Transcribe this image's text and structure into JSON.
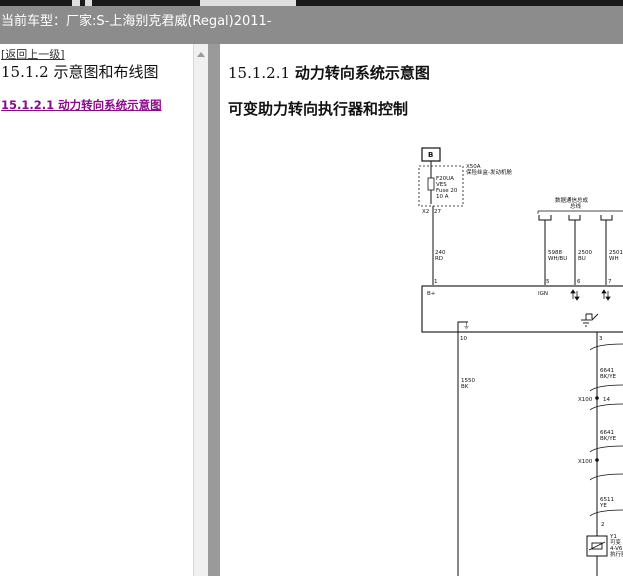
{
  "window": {
    "title": "当前车型：厂家:S-上海别克君威(Regal)2011-"
  },
  "nav": {
    "back_label": "[返回上一级]",
    "section_heading": "15.1.2 示意图和布线图",
    "toc_item_label": "15.1.2.1 动力转向系统示意图"
  },
  "content": {
    "section_number": "15.1.2.1",
    "section_title": "动力转向系统示意图",
    "subtitle": "可变助力转向执行器和控制"
  },
  "diagram": {
    "fuse_source": "B",
    "fuse_block_label": "X50A",
    "fuse_note": "保险丝盒-发动机舱",
    "fuse_name": "F20UA",
    "fuse_group": "VES",
    "fuse_number": "Fuse 20",
    "fuse_rating": "10 A",
    "fuse_pin_in": "X2",
    "fuse_pin_out": "27",
    "connector_group_label": "数据通信总成",
    "connector_group_sub": "总线",
    "wire_power": "240",
    "wire_power_color": "RD",
    "wire_a": "5988",
    "wire_a_color": "WH/BU",
    "wire_b": "2500",
    "wire_b_color": "BU",
    "wire_c": "2501",
    "wire_c_color": "WH",
    "module_pin_1": "1",
    "module_pin_5": "5",
    "module_pin_6": "6",
    "module_pin_7": "7",
    "module_pin_B": "B+",
    "module_pin_ign": "IGN",
    "module_pin_10": "10",
    "module_pin_3": "3",
    "wire_ground": "1550",
    "wire_ground_color": "BK",
    "wire_d1": "6641",
    "wire_d1_color": "BK/YE",
    "connector_1": "X100",
    "connector_1_pin": "14",
    "wire_d2": "6641",
    "wire_d2_color": "BK/YE",
    "connector_2": "X100",
    "wire_d3": "6511",
    "wire_d3_color": "YE",
    "actuator_pin": "2",
    "actuator_label": "Y1",
    "actuator_text_1": "可变",
    "actuator_text_2": "4-V6",
    "actuator_text_3": "执行器"
  },
  "colors": {
    "titlebar_bg": "#8c8c8c",
    "splitter": "#9a9a9a",
    "toc_link": "#8b0b8b"
  }
}
